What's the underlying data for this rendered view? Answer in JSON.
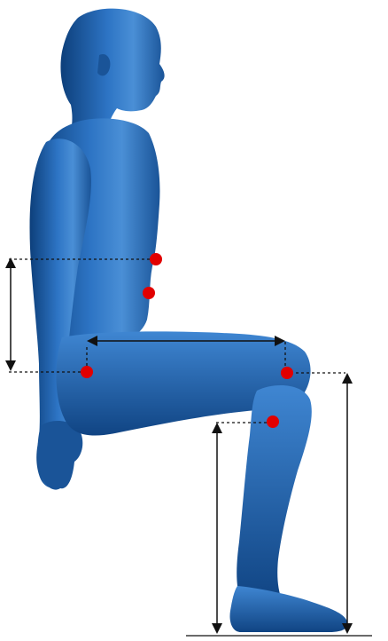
{
  "figure": {
    "subject": "seated-human-figure",
    "body_color": "#1f5fa6",
    "body_highlight": "#4a8fd6",
    "body_shadow": "#0d3f7a",
    "marker_color": "#e10000",
    "line_color": "#111111",
    "landmarks": [
      {
        "id": "lumbar-top"
      },
      {
        "id": "lumbar-mid"
      },
      {
        "id": "hip-joint"
      },
      {
        "id": "knee-joint"
      },
      {
        "id": "shin-point"
      }
    ],
    "measurements": [
      {
        "id": "trunk-height"
      },
      {
        "id": "thigh-length"
      },
      {
        "id": "knee-height"
      },
      {
        "id": "popliteal-height"
      }
    ]
  }
}
